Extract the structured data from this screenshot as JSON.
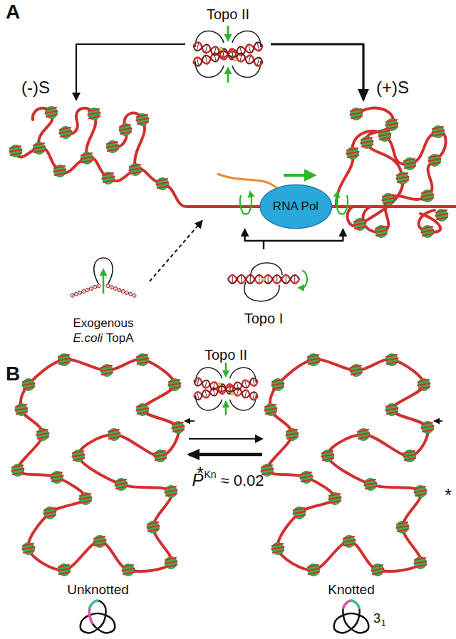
{
  "diagram": {
    "nodes": [
      {
        "text": [
          "Topo II"
        ]
      },
      {
        "text": [
          "(-)S"
        ]
      },
      {
        "text": [
          "RNA Pol"
        ]
      },
      {
        "text": [
          "(+)S"
        ]
      },
      {
        "text": [
          "Exogenous",
          "E.coli",
          "TopA"
        ]
      },
      {
        "text": [
          "Topo I"
        ]
      },
      {
        "text": [
          "Topo II"
        ]
      },
      {
        "text": [
          "Unknotted"
        ]
      },
      {
        "text": [
          "Knotted"
        ]
      }
    ],
    "edges": [
      {
        "from": 0,
        "to": 1,
        "arrow": "to"
      },
      {
        "from": 0,
        "to": 3,
        "arrow": "to"
      },
      {
        "from": 4,
        "to": 2,
        "arrow": "to"
      },
      {
        "from": 5,
        "to": 2,
        "arrow": "to"
      },
      {
        "from": 7,
        "to": 8,
        "arrow": "to"
      },
      {
        "from": 8,
        "to": 7,
        "arrow": "to"
      }
    ],
    "labels": [
      "A",
      "B",
      "*",
      "*",
      "P",
      "Kn",
      "≈ 0.02",
      "3",
      "1"
    ]
  }
}
